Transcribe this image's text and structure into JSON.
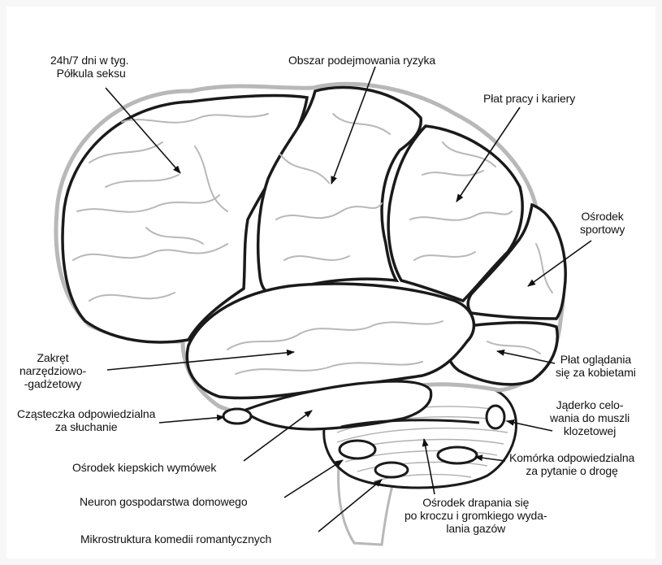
{
  "labels": {
    "sex": "24h/7 dni w tyg.\n  Półkula seksu",
    "risk": "Obszar podejmowania ryzyka",
    "career": "Płat pracy i kariery",
    "sport": "Ośrodek\nsportowy",
    "gadget": "Zakręt\nnarzędziowo-\n-gadżetowy",
    "women": "Płat oglądania\nsię za kobietami",
    "hearing": "Cząsteczka odpowiedzialna\nza słuchanie",
    "toilet": "Jąderko celo-\nwania do muszli\nklozetowej",
    "excuses": "Ośrodek kiepskich wymówek",
    "directions": "Komórka odpowiedzialna\nza pytanie o drogę",
    "household": "Neuron gospodarstwa domowego",
    "scratch": "Ośrodek drapania się\npo kroczu i gromkiego wyda-\nlania gazów",
    "romcom": "Mikrostruktura komedii romantycznych"
  },
  "colors": {
    "background": "#f7f7f7",
    "outline": "#1a1a1a",
    "fold": "#b8b8b8",
    "text": "#111111"
  }
}
